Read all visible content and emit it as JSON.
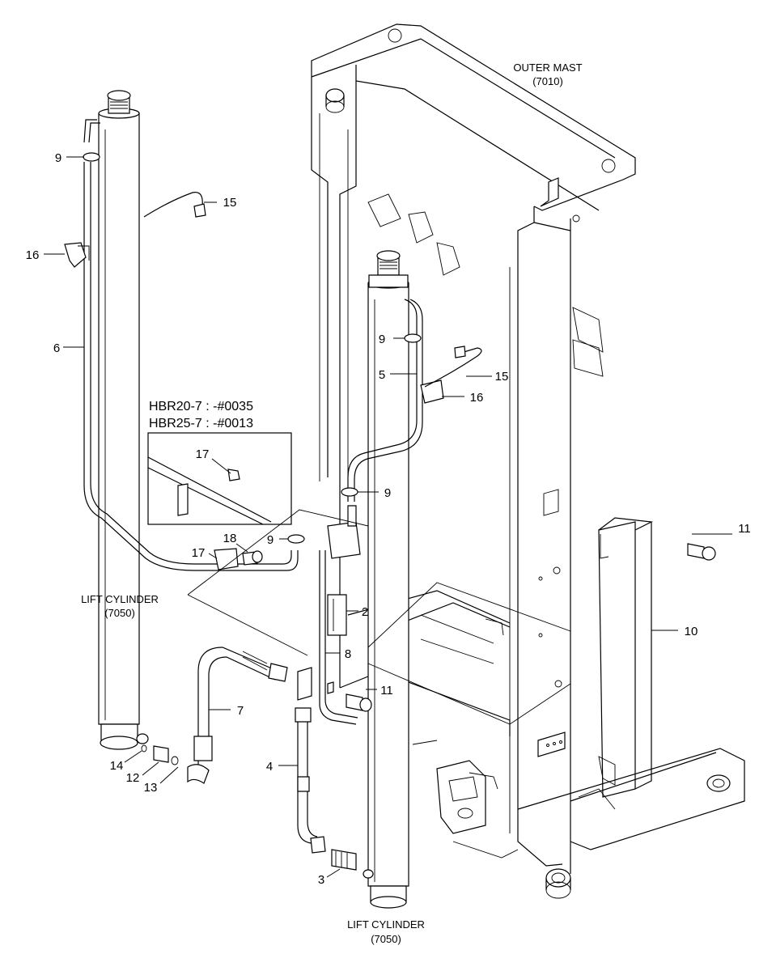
{
  "labels": {
    "outer_mast": "OUTER MAST",
    "outer_mast_code": "(7010)",
    "lift_cylinder_left": "LIFT CYLINDER",
    "lift_cylinder_left_code": "(7050)",
    "lift_cylinder_bottom": "LIFT CYLINDER",
    "lift_cylinder_bottom_code": "(7050)",
    "serial_note_1": "HBR20-7 : -#0035",
    "serial_note_2": "HBR25-7 : -#0013"
  },
  "callouts": {
    "c9_top_left": "9",
    "c15_top": "15",
    "c16_left": "16",
    "c6": "6",
    "c9_mid": "9",
    "c5": "5",
    "c15_mid": "15",
    "c16_mid": "16",
    "c17_inset": "17",
    "c9_center": "9",
    "c18": "18",
    "c9_left_center": "9",
    "c17_center": "17",
    "c11_right": "11",
    "c2": "2",
    "c10": "10",
    "c8": "8",
    "c11_center": "11",
    "c7": "7",
    "c14": "14",
    "c12": "12",
    "c13": "13",
    "c4": "4",
    "c3": "3"
  }
}
